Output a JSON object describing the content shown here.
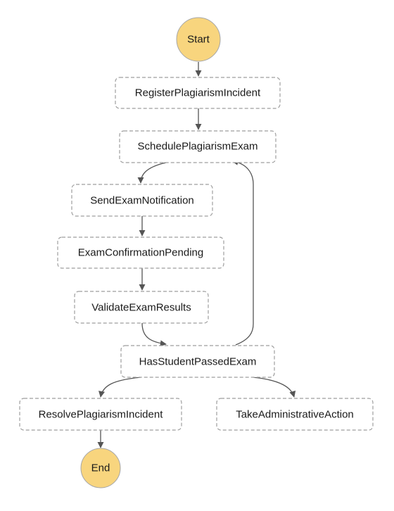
{
  "colors": {
    "terminal_fill": "#f8d57e",
    "state_border": "#9e9e9e",
    "edge": "#555555",
    "text": "#1a1a1a"
  },
  "nodes": {
    "start": "Start",
    "register": "RegisterPlagiarismIncident",
    "schedule": "SchedulePlagiarismExam",
    "send_notification": "SendExamNotification",
    "confirmation_pending": "ExamConfirmationPending",
    "validate_results": "ValidateExamResults",
    "has_passed": "HasStudentPassedExam",
    "resolve": "ResolvePlagiarismIncident",
    "admin_action": "TakeAdministrativeAction",
    "end": "End"
  }
}
